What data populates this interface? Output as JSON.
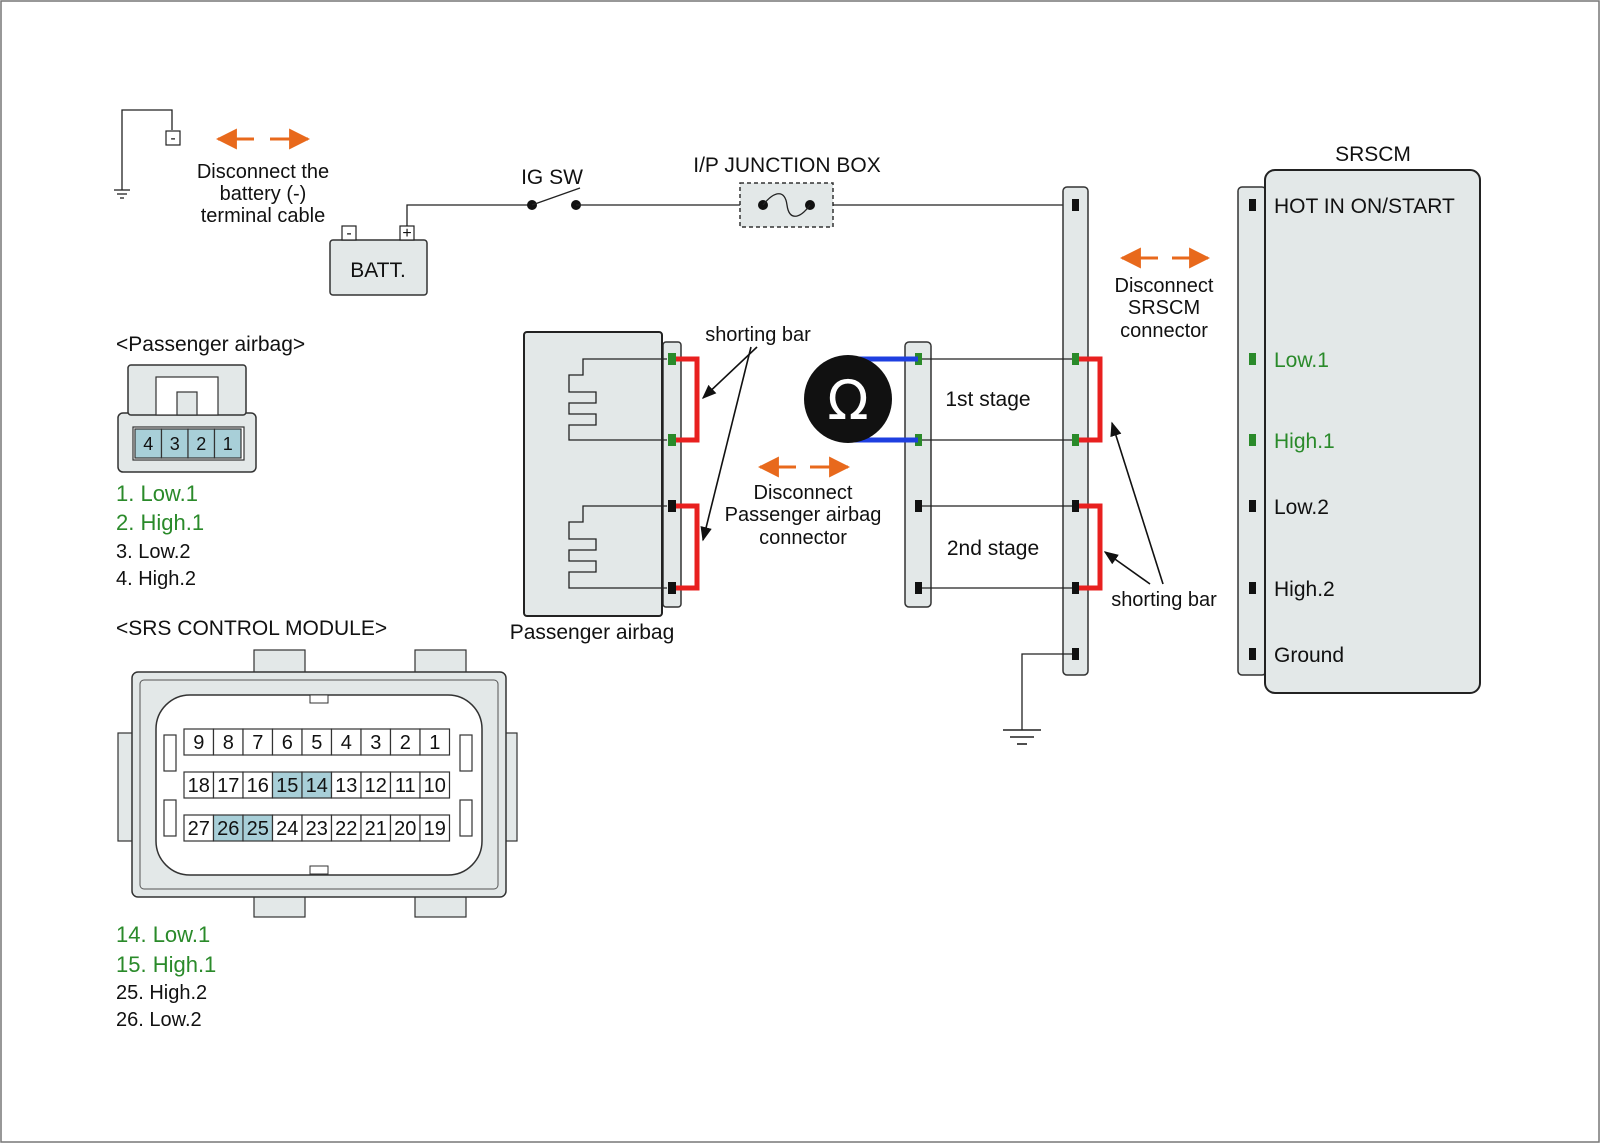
{
  "battery": {
    "disconnect_note": [
      "Disconnect the",
      "battery (-)",
      "terminal cable"
    ],
    "neg_symbol": "-",
    "pos_symbol": "+",
    "label": "BATT."
  },
  "ig_switch": {
    "label": "IG SW"
  },
  "junction_box": {
    "label": "I/P JUNCTION BOX"
  },
  "srscm": {
    "title": "SRSCM",
    "pins": [
      {
        "label": "HOT IN ON/START",
        "highlight": false
      },
      {
        "label": "Low.1",
        "highlight": true
      },
      {
        "label": "High.1",
        "highlight": true
      },
      {
        "label": "Low.2",
        "highlight": false
      },
      {
        "label": "High.2",
        "highlight": false
      },
      {
        "label": "Ground",
        "highlight": false
      }
    ],
    "disconnect_note": [
      "Disconnect",
      "SRSCM",
      "connector"
    ]
  },
  "passenger_airbag": {
    "label": "Passenger airbag",
    "shorting_bar": "shorting bar",
    "disconnect_note": [
      "Disconnect",
      "Passenger airbag",
      "connector"
    ]
  },
  "meter": {
    "symbol": "Ω",
    "stage1": "1st stage",
    "stage2": "2nd stage"
  },
  "srscm_shorting_bar": "shorting bar",
  "airbag_connector_view": {
    "title": "<Passenger airbag>",
    "pin_numbers": [
      "4",
      "3",
      "2",
      "1"
    ],
    "legend": [
      {
        "text": "1. Low.1",
        "highlight": true
      },
      {
        "text": "2. High.1",
        "highlight": true
      },
      {
        "text": "3. Low.2",
        "highlight": false
      },
      {
        "text": "4. High.2",
        "highlight": false
      }
    ]
  },
  "module_connector_view": {
    "title": "<SRS CONTROL MODULE>",
    "rows": [
      [
        "9",
        "8",
        "7",
        "6",
        "5",
        "4",
        "3",
        "2",
        "1"
      ],
      [
        "18",
        "17",
        "16",
        "15",
        "14",
        "13",
        "12",
        "11",
        "10"
      ],
      [
        "27",
        "26",
        "25",
        "24",
        "23",
        "22",
        "21",
        "20",
        "19"
      ]
    ],
    "highlighted_pins": [
      "14",
      "15",
      "25",
      "26"
    ],
    "legend": [
      {
        "text": "14. Low.1",
        "highlight": true
      },
      {
        "text": "15. High.1",
        "highlight": true
      },
      {
        "text": "25. High.2",
        "highlight": false
      },
      {
        "text": "26. Low.2",
        "highlight": false
      }
    ]
  }
}
